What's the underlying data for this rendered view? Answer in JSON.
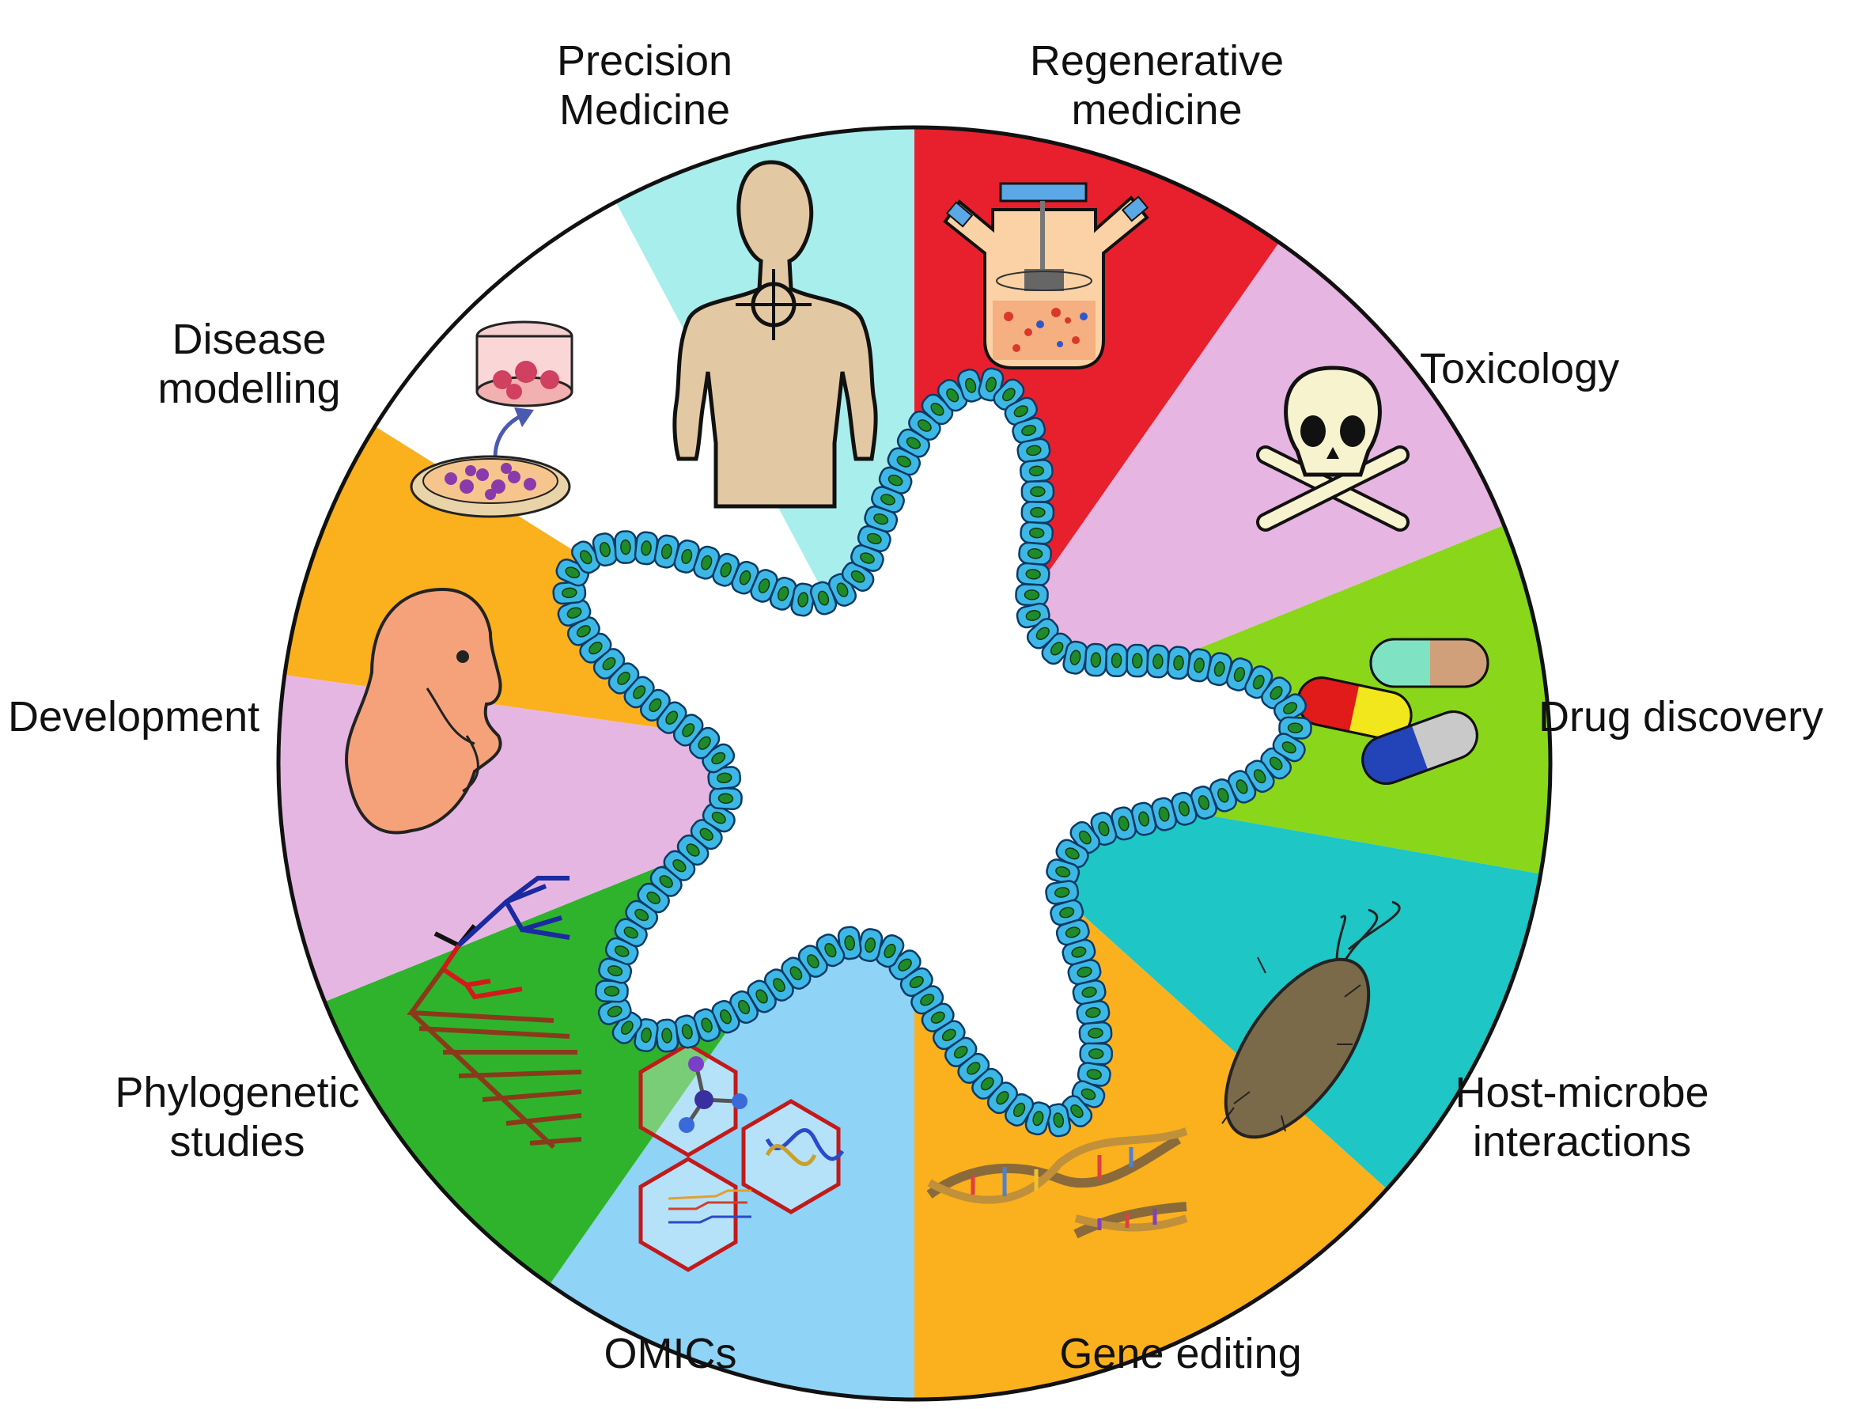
{
  "diagram": {
    "sectors": [
      {
        "id": "precision-medicine",
        "lines": [
          "Precision",
          "Medicine"
        ],
        "color": "#a8eeec",
        "icon": "human-body-target-icon"
      },
      {
        "id": "regenerative-medicine",
        "lines": [
          "Regenerative",
          "medicine"
        ],
        "color": "#e8202e",
        "icon": "bioreactor-icon"
      },
      {
        "id": "toxicology",
        "lines": [
          "Toxicology"
        ],
        "color": "#e7b5e2",
        "icon": "skull-crossbones-icon"
      },
      {
        "id": "drug-discovery",
        "lines": [
          "Drug discovery"
        ],
        "color": "#8ad61a",
        "icon": "capsules-icon"
      },
      {
        "id": "host-microbe-interactions",
        "lines": [
          "Host-microbe",
          "interactions"
        ],
        "color": "#1ec6c6",
        "icon": "bacterium-icon"
      },
      {
        "id": "gene-editing",
        "lines": [
          "Gene editing"
        ],
        "color": "#fbb01e",
        "icon": "dna-helix-icon"
      },
      {
        "id": "omics",
        "lines": [
          "OMICs"
        ],
        "color": "#8fd3f7",
        "icon": "hexagon-omics-icon"
      },
      {
        "id": "phylogenetic-studies",
        "lines": [
          "Phylogenetic",
          "studies"
        ],
        "color": "#2fb32d",
        "icon": "phylogenetic-tree-icon"
      },
      {
        "id": "development",
        "lines": [
          "Development"
        ],
        "color": "#e6b6e3",
        "icon": "embryo-icon"
      },
      {
        "id": "disease-modelling",
        "lines": [
          "Disease",
          "modelling"
        ],
        "color": "#fbb01e",
        "icon": "petri-dish-icon"
      }
    ],
    "colors": {
      "cell_fill": "#3db8e6",
      "cell_stroke": "#0b3a66",
      "nucleus": "#1f8a2a",
      "outline": "#111111"
    }
  }
}
